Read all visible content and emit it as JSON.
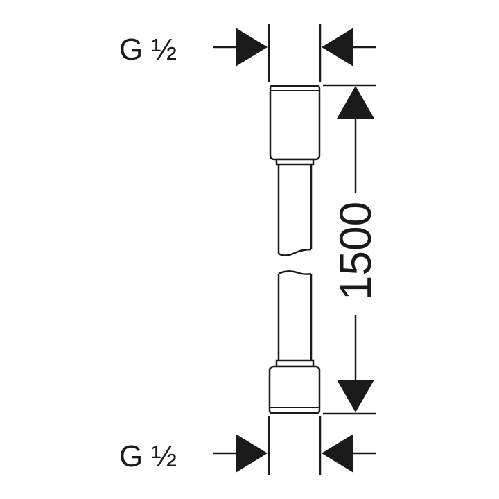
{
  "drawing": {
    "top_thread_label": "G ½",
    "bottom_thread_label": "G ½",
    "length_dimension": "1500"
  }
}
